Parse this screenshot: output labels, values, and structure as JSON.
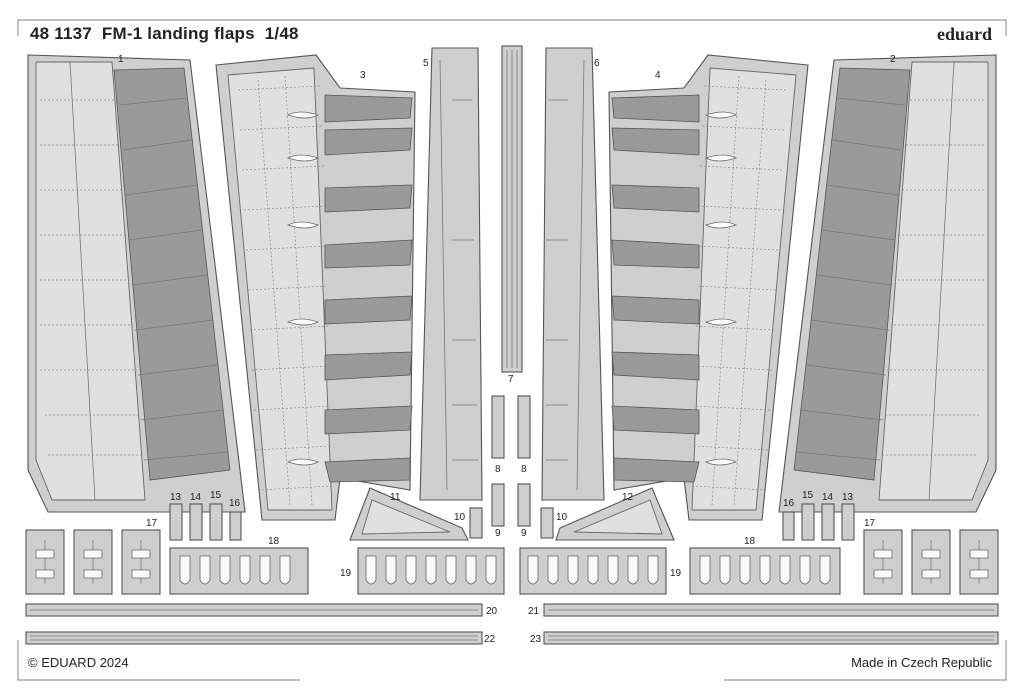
{
  "header": {
    "part_number": "48 1137",
    "title": "FM-1 landing flaps",
    "scale": "1/48",
    "brand": "eduard"
  },
  "footer": {
    "copyright": "© EDUARD 2024",
    "origin": "Made in Czech Republic"
  },
  "part_labels": {
    "p1": "1",
    "p2": "2",
    "p3": "3",
    "p4": "4",
    "p5": "5",
    "p6": "6",
    "p7": "7",
    "p8": "8",
    "p9": "9",
    "p10": "10",
    "p11": "11",
    "p12": "12",
    "p13": "13",
    "p14": "14",
    "p15": "15",
    "p16": "16",
    "p17": "17",
    "p18": "18",
    "p19": "19",
    "p20": "20",
    "p21": "21",
    "p22": "22",
    "p23": "23"
  }
}
